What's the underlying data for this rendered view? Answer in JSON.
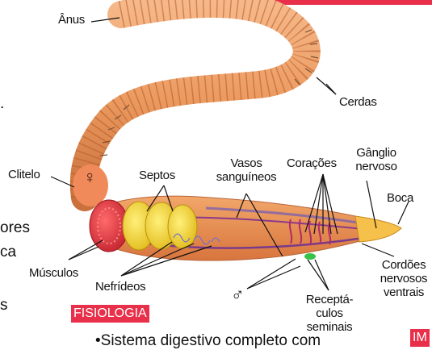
{
  "labels": {
    "anus": "Ânus",
    "cerdas": "Cerdas",
    "clitelo": "Clitelo",
    "septos": "Septos",
    "vasos_1": "Vasos",
    "vasos_2": "sanguíneos",
    "coracoes": "Corações",
    "ganglio_1": "Gânglio",
    "ganglio_2": "nervoso",
    "boca": "Boca",
    "musculos": "Músculos",
    "nefrideos": "Nefrídeos",
    "cordoes_1": "Cordões",
    "cordoes_2": "nervosos",
    "cordoes_3": "ventrais",
    "recepta_1": "Receptá-",
    "recepta_2": "culos",
    "recepta_3": "seminais",
    "female_symbol": "♀",
    "male_symbol": "♂"
  },
  "side_text": {
    "dot": ".",
    "line1": "ores",
    "line2": "ca",
    "line3": "s"
  },
  "section_badge": "FISIOLOGIA",
  "section_badge_right": "IM",
  "bottom_text": "•Sistema  digestivo completo com",
  "colors": {
    "accent": "#e8304a",
    "worm_body": "#f0a068",
    "muscle": "#e0303c",
    "septa": "#f2d22a",
    "vessels": "#8a3a8a",
    "receptacles": "#39c24a"
  }
}
